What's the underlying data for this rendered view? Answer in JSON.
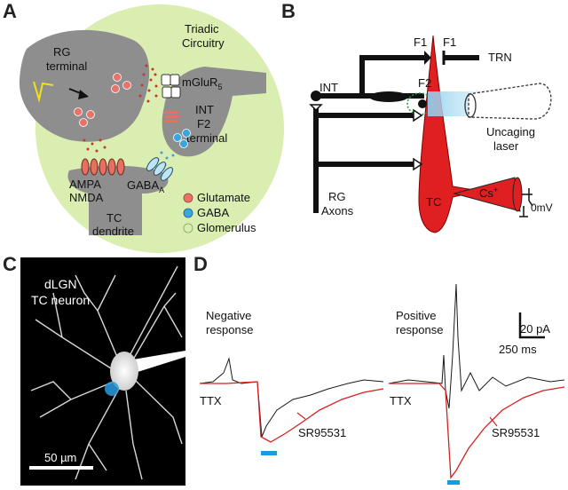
{
  "panel_letters": {
    "a": "A",
    "b": "B",
    "c": "C",
    "d": "D"
  },
  "panel_a": {
    "triadic": [
      "Triadic",
      "Circuitry"
    ],
    "rg_terminal": [
      "RG",
      "terminal"
    ],
    "mglur": "mGluR",
    "mglur_sub": "5",
    "int_f2": [
      "INT",
      "F2",
      "terminal"
    ],
    "ampa": "AMPA",
    "nmda": "NMDA",
    "gaba_a": "GABA",
    "gaba_a_sub": "A",
    "tc_dendrite": [
      "TC",
      "dendrite"
    ],
    "legend": [
      {
        "label": "Glutamate",
        "color": "#e8736a"
      },
      {
        "label": "GABA",
        "color": "#3aa6dd"
      },
      {
        "label": "Glomerulus",
        "color": "#d9eeb0"
      }
    ],
    "colors": {
      "glomerulus": "#d9eeb0",
      "terminal": "#8e8e8e",
      "glutamate": "#e8736a",
      "gaba": "#3aa6dd",
      "receptor": "#e87060"
    }
  },
  "panel_b": {
    "f1_left": "F1",
    "f1_right": "F1",
    "trn": "TRN",
    "int": "INT",
    "f2": "F2",
    "uncaging_laser": [
      "Uncaging",
      "laser"
    ],
    "rg_axons": [
      "RG",
      "Axons"
    ],
    "tc": "TC",
    "cs": "Cs",
    "cs_sup": "+",
    "zero_mv": "0mV",
    "colors": {
      "tc_cell": "#e02020",
      "laser": "#bfe3f5"
    }
  },
  "panel_c": {
    "title": [
      "dLGN",
      "TC neuron"
    ],
    "scale_bar": "50 µm"
  },
  "panel_d": {
    "negative": [
      "Negative",
      "response"
    ],
    "positive": [
      "Positive",
      "response"
    ],
    "ttx": "TTX",
    "sr": "SR95531",
    "scale_current": "20 pA",
    "scale_time": "250 ms",
    "colors": {
      "control": "#1a1a1a",
      "sr95531": "#d62020",
      "stim": "#1a9be0"
    }
  }
}
